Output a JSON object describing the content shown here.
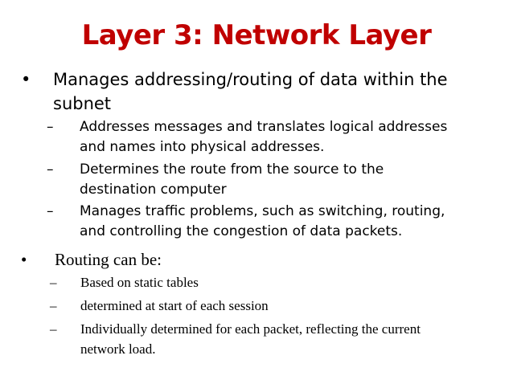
{
  "slide": {
    "title": "Layer 3: Network Layer",
    "title_color": "#c00000",
    "bullets": [
      {
        "marker": "•",
        "text_line1": "Manages addressing/routing of data within the",
        "text_line2": "subnet",
        "sub_items": [
          {
            "marker": "–",
            "text_line1": "Addresses messages and translates logical addresses",
            "text_line2": "and names into physical addresses."
          },
          {
            "marker": "–",
            "text_line1": "Determines the route from the source to the",
            "text_line2": "destination computer"
          },
          {
            "marker": "–",
            "text_line1": "Manages traffic problems, such as switching, routing,",
            "text_line2": "and controlling the congestion of data packets."
          }
        ]
      },
      {
        "marker": "•",
        "text_line1": "Routing can be:",
        "sub_items": [
          {
            "marker": "–",
            "text_line1": "Based on static tables"
          },
          {
            "marker": "–",
            "text_line1": "determined at start of each session"
          },
          {
            "marker": "–",
            "text_line1": "Individually determined for each packet, reflecting the current",
            "text_line2": "network load."
          }
        ]
      }
    ]
  }
}
